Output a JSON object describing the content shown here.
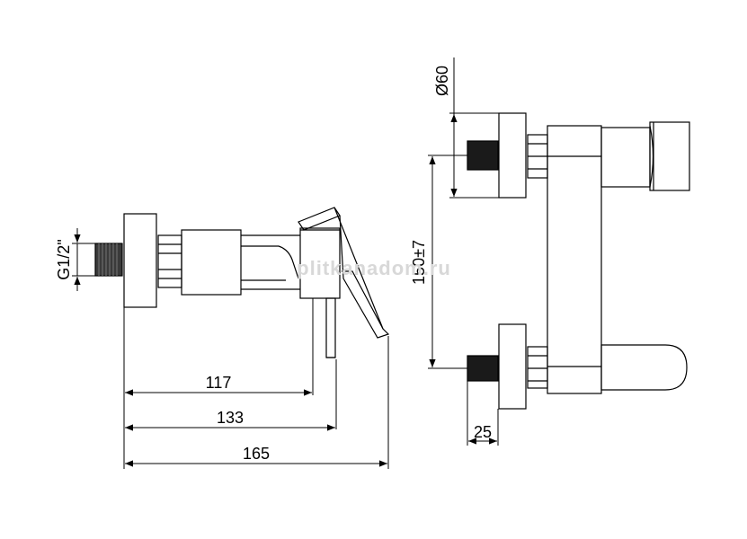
{
  "colors": {
    "line": "#000000",
    "background": "#ffffff",
    "watermark": "#d8d8d8"
  },
  "watermark": "plitkanadom.ru",
  "side_view": {
    "thread_label": "G1/2\"",
    "dim_117": "117",
    "dim_133": "133",
    "dim_165": "165"
  },
  "front_view": {
    "diameter_label": "Ø60",
    "spacing_label": "150±7",
    "dim_25": "25"
  }
}
